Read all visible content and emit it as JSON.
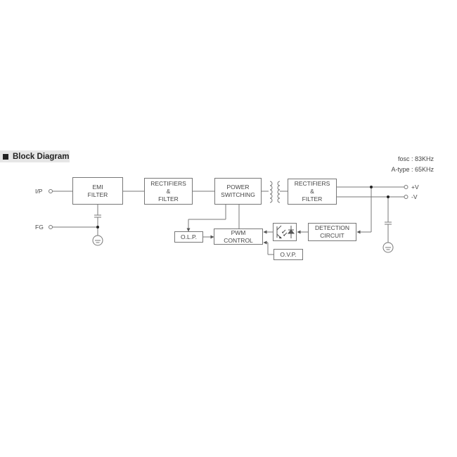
{
  "header": {
    "title": "Block Diagram"
  },
  "notes": {
    "fosc": "fosc : 83KHz",
    "a_type": "A-type : 65KHz"
  },
  "terminals": {
    "input": "I/P",
    "frame_ground": "FG",
    "positive_output": "+V",
    "negative_output": "-V"
  },
  "blocks": {
    "emi_filter": {
      "line1": "EMI",
      "line2": "FILTER"
    },
    "input_rectifier": {
      "line1": "RECTIFIERS",
      "line2": "&",
      "line3": "FILTER"
    },
    "power_switching": {
      "line1": "POWER",
      "line2": "SWITCHING"
    },
    "output_rectifier": {
      "line1": "RECTIFIERS",
      "line2": "&",
      "line3": "FILTER"
    },
    "olp": {
      "label": "O.L.P."
    },
    "pwm_control": {
      "line1": "PWM",
      "line2": "CONTROL"
    },
    "detection_circuit": {
      "line1": "DETECTION",
      "line2": "CIRCUIT"
    },
    "ovp": {
      "label": "O.V.P."
    }
  },
  "colors": {
    "line": "#777777",
    "text": "#444444",
    "title_bg": "#e6e6e6"
  }
}
